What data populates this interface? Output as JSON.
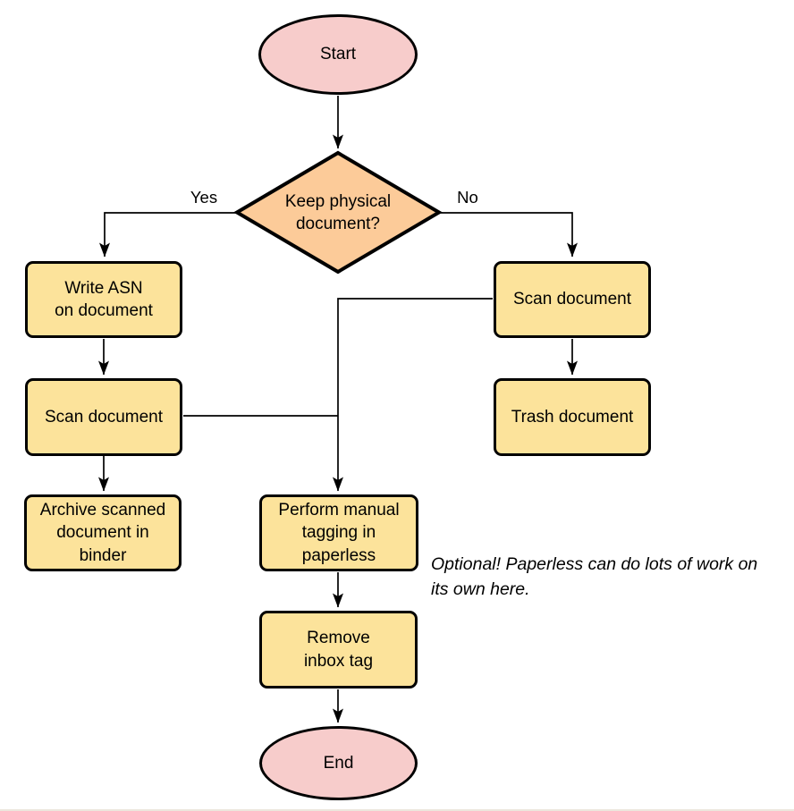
{
  "diagram": {
    "nodes": {
      "start": {
        "label": "Start"
      },
      "decision": {
        "label": "Keep physical\ndocument?"
      },
      "write_asn": {
        "label": "Write ASN\non document"
      },
      "scan_left": {
        "label": "Scan document"
      },
      "archive": {
        "label": "Archive scanned\ndocument in\nbinder"
      },
      "scan_right": {
        "label": "Scan document"
      },
      "trash": {
        "label": "Trash document"
      },
      "tagging": {
        "label": "Perform manual\ntagging in\npaperless"
      },
      "remove_inbox": {
        "label": "Remove\ninbox tag"
      },
      "end": {
        "label": "End"
      }
    },
    "edge_labels": {
      "yes": "Yes",
      "no": "No"
    },
    "note": "Optional! Paperless can do lots of work on\nits own here.",
    "colors": {
      "terminator_fill": "#f7cccb",
      "decision_fill": "#fccb99",
      "process_fill": "#fce39b",
      "stroke": "#000000"
    }
  }
}
